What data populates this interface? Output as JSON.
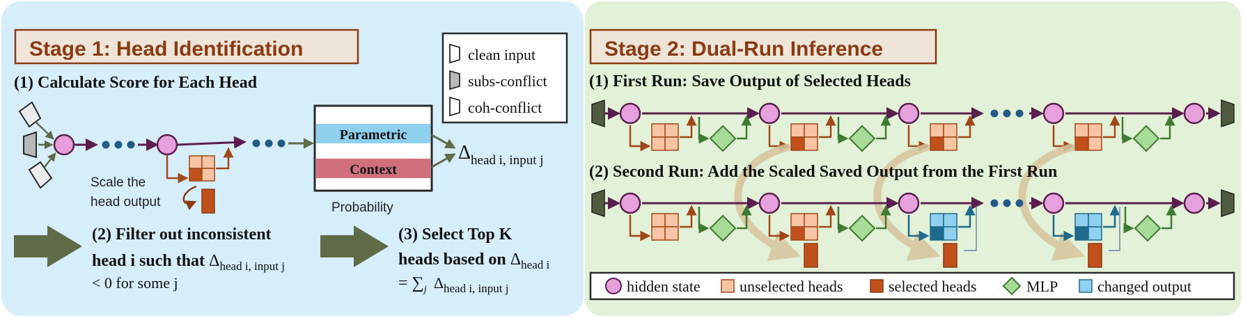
{
  "stage1": {
    "title": "Stage 1: Head Identification",
    "step1": "(1) Calculate Score for Each Head",
    "scale_line1": "Scale the",
    "scale_line2": "head output",
    "prob_param": "Parametric",
    "prob_context": "Context",
    "prob_label": "Probability",
    "delta_symbol": "Δ",
    "delta_sub": "head i, input j",
    "legend": [
      "clean input",
      "subs-conflict",
      "coh-conflict"
    ],
    "step2_line1": "(2) Filter out inconsistent",
    "step2_line2_pre": "head i such that ",
    "step2_line2_sym": "Δ",
    "step2_line2_sub": "head i, input j",
    "step2_line3": "< 0 for some j",
    "step3_line1": "(3) Select Top K",
    "step3_line2_pre": "heads based on ",
    "step3_line2_sym": "Δ",
    "step3_line2_sub": "head i",
    "step3_line3_pre": "= ∑",
    "step3_line3_j": "j",
    "step3_line3_sym": "Δ",
    "step3_line3_sub": "head i, input j"
  },
  "stage2": {
    "title": "Stage 2: Dual-Run Inference",
    "run1": "(1) First Run: Save Output of Selected Heads",
    "run2": "(2) Second Run: Add the Scaled Saved Output from the First Run",
    "legend": [
      "hidden state",
      "unselected heads",
      "selected heads",
      "MLP",
      "changed output"
    ]
  },
  "colors": {
    "stage1_bg": "#d6eefa",
    "stage2_bg": "#e2f1d7",
    "title_border": "#8b3a14",
    "title_text": "#8b3a14",
    "title_bg": "#eee5d8",
    "hidden_state": "#e6a0dc",
    "unselected_head": "#f8c4a4",
    "selected_head": "#c2501c",
    "mlp": "#a8dc98",
    "changed_output": "#8fd0ef",
    "parametric": "#8fd0ef",
    "context": "#d0707c",
    "wire": "#5a1e4e",
    "head_wire": "#a04818",
    "mlp_wire": "#3f7a32",
    "changed_wire": "#1f6a8c",
    "arrow": "#5f6b46",
    "curve": "#d6c49c"
  }
}
